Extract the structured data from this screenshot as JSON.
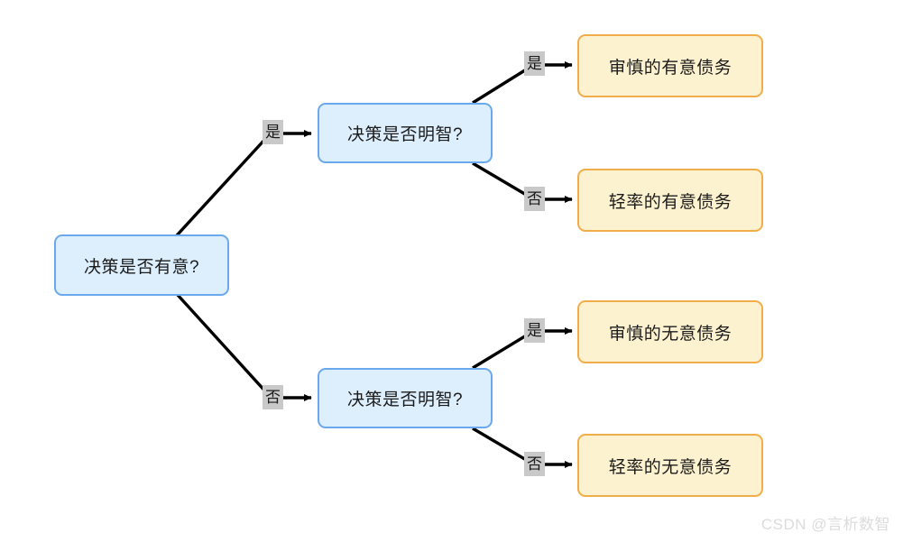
{
  "diagram": {
    "type": "decision-tree",
    "background_color": "#ffffff",
    "decision_node_fill": "#ddeefc",
    "decision_node_border": "#6aa9ee",
    "outcome_node_fill": "#fdf2cf",
    "outcome_node_border": "#f2ad4b",
    "edge_color": "#000000",
    "edge_label_background": "#c9c9c9"
  },
  "nodes": {
    "root": {
      "label": "决策是否有意?"
    },
    "branch_intentional": {
      "label": "决策是否明智?"
    },
    "branch_unintentional": {
      "label": "决策是否明智?"
    },
    "outcome_prudent_intentional": {
      "label": "审慎的有意债务"
    },
    "outcome_reckless_intentional": {
      "label": "轻率的有意债务"
    },
    "outcome_prudent_unintentional": {
      "label": "审慎的无意债务"
    },
    "outcome_reckless_unintentional": {
      "label": "轻率的无意债务"
    }
  },
  "edges": {
    "root_yes": {
      "label": "是"
    },
    "root_no": {
      "label": "否"
    },
    "intentional_yes": {
      "label": "是"
    },
    "intentional_no": {
      "label": "否"
    },
    "unintentional_yes": {
      "label": "是"
    },
    "unintentional_no": {
      "label": "否"
    }
  },
  "watermark": {
    "text": "CSDN @言析数智"
  }
}
